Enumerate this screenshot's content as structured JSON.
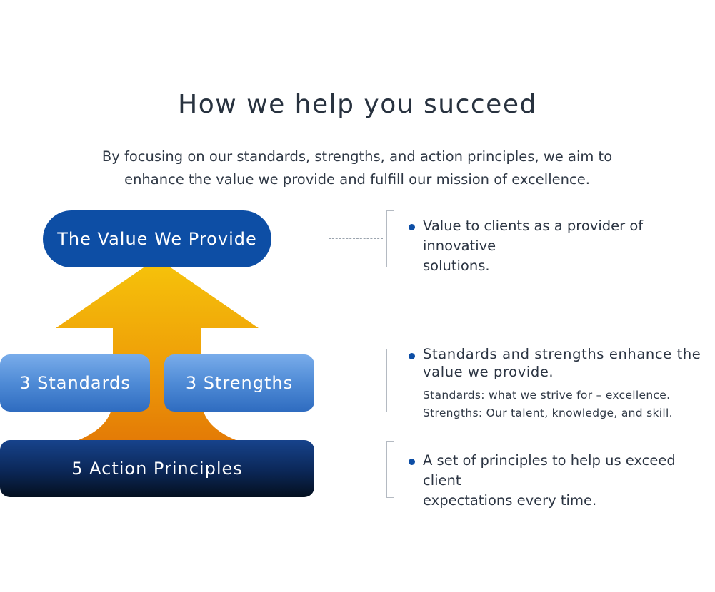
{
  "header": {
    "title": "How we help you succeed",
    "intro_line1": "By focusing on our standards, strengths, and action principles, we aim to",
    "intro_line2": "enhance the value we provide and fulfill our mission of excellence."
  },
  "diagram": {
    "value_label": "The Value We Provide",
    "standards_label": "3 Standards",
    "strengths_label": "3 Strengths",
    "action_label": "5 Action Principles"
  },
  "notes": {
    "value": {
      "line1": "Value to clients as a provider of innovative",
      "line2": "solutions."
    },
    "standards": {
      "line1": "Standards and strengths enhance the",
      "line2": "value we provide.",
      "sub1": "Standards: what we strive for – excellence.",
      "sub2": "Strengths: Our talent, knowledge, and skill."
    },
    "action": {
      "line1": "A set of principles to help us exceed client",
      "line2": "expectations every time."
    }
  },
  "colors": {
    "primary_blue": "#0d4ea5",
    "arrow_light": "#f5be0b",
    "arrow_dark": "#e57f06",
    "navy": "#0b2757"
  }
}
